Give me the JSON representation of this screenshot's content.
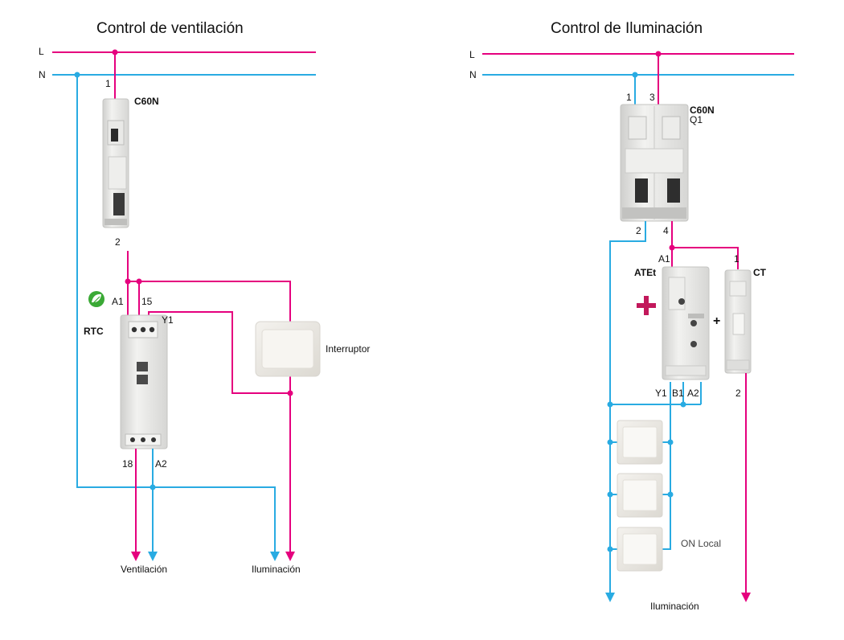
{
  "colors": {
    "phase": "#e5007e",
    "neutral": "#29abe2",
    "device": "#e8e8e6",
    "eco_badge": "#3aa935"
  },
  "left": {
    "title": "Control de ventilación",
    "line_L": "L",
    "line_N": "N",
    "breaker": {
      "name": "C60N",
      "term_top": "1",
      "term_bottom": "2"
    },
    "rtc": {
      "name": "RTC",
      "a1": "A1",
      "t15": "15",
      "y1": "Y1",
      "t18": "18",
      "a2": "A2"
    },
    "switch_label": "Interruptor",
    "out_ventilation": "Ventilación",
    "out_lighting": "Iluminación"
  },
  "right": {
    "title": "Control de Iluminación",
    "line_L": "L",
    "line_N": "N",
    "breaker": {
      "name": "C60N",
      "ref": "Q1",
      "t1": "1",
      "t3": "3",
      "t2": "2",
      "t4": "4"
    },
    "atet": {
      "name": "ATEt",
      "a1": "A1",
      "y1": "Y1",
      "b1": "B1",
      "a2": "A2"
    },
    "plus": "+",
    "ct": {
      "name": "CT",
      "t1": "1",
      "t2": "2"
    },
    "on_local": "ON Local",
    "out_lighting": "Iluminación"
  }
}
